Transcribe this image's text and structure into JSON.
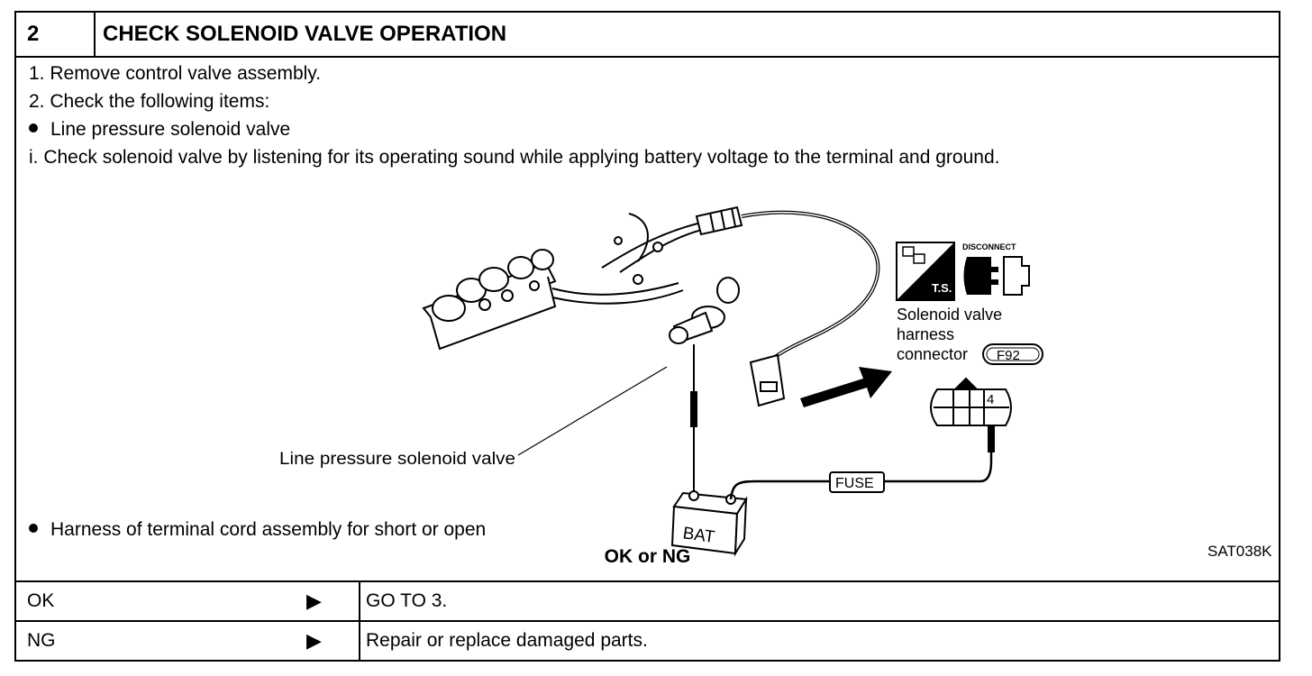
{
  "header": {
    "step_number": "2",
    "title": "CHECK SOLENOID VALVE OPERATION"
  },
  "steps": [
    "1.  Remove control valve assembly.",
    "2.  Check the following items:",
    "Line pressure solenoid valve",
    "i.  Check solenoid valve by listening for its operating sound while applying battery voltage to the terminal and ground.",
    "Harness of terminal cord assembly for short or open"
  ],
  "figure": {
    "ts_label": "T.S.",
    "disconnect_label": "DISCONNECT",
    "connector_caption_1": "Solenoid valve",
    "connector_caption_2": "harness",
    "connector_caption_3": "connector",
    "connector_id": "F92",
    "terminal_number": "4",
    "callout_label": "Line pressure solenoid valve",
    "fuse_label": "FUSE",
    "battery_label": "BAT",
    "figure_code": "SAT038K"
  },
  "result": {
    "question": "OK or NG",
    "rows": [
      {
        "label": "OK",
        "arrow": "▶",
        "action": "GO TO 3."
      },
      {
        "label": "NG",
        "arrow": "▶",
        "action": "Repair or replace damaged parts."
      }
    ]
  }
}
